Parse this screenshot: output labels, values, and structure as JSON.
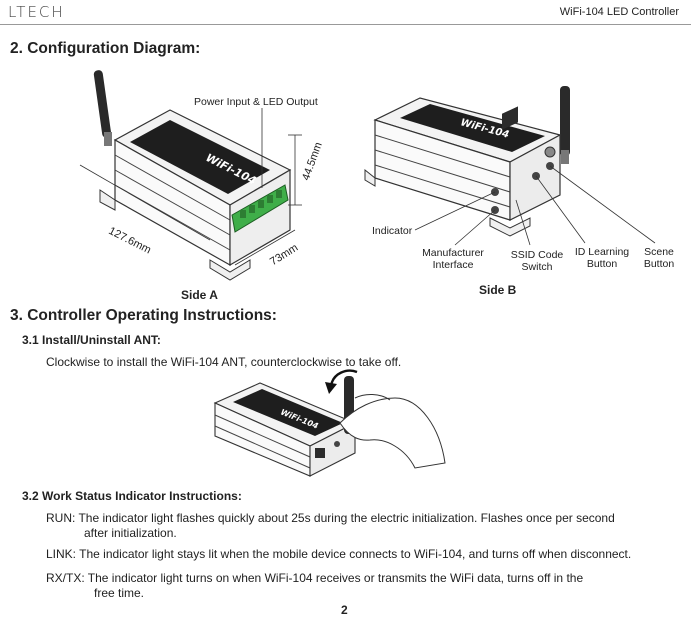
{
  "header": {
    "logo": "LTECH",
    "product": "WiFi-104 LED Controller"
  },
  "section2": {
    "title": "2.   Configuration Diagram:",
    "side_a": {
      "label": "Side A",
      "power_label": "Power Input & LED Output",
      "dim_length": "127.6mm",
      "dim_width": "73mm",
      "dim_height": "44.5mm"
    },
    "side_b": {
      "label": "Side B",
      "indicator": "Indicator",
      "manufacturer_interface": [
        "Manufacturer",
        "Interface"
      ],
      "ssid_switch": [
        "SSID Code",
        "Switch"
      ],
      "id_learning": [
        "ID Learning",
        "Button"
      ],
      "scene_button": [
        "Scene",
        "Button"
      ]
    }
  },
  "section3": {
    "title": "3.  Controller Operating Instructions:",
    "sub1": {
      "title": "3.1  Install/Uninstall ANT:",
      "text": "Clockwise to install the WiFi-104 ANT, counterclockwise to take off."
    },
    "sub2": {
      "title": "3.2  Work Status Indicator Instructions:",
      "run_key": "RUN:",
      "run_text1": "The indicator light flashes quickly about 25s during the electric initialization. Flashes once per second",
      "run_text2": "after initialization.",
      "link_key": "LINK:",
      "link_text": "The indicator light stays lit when the mobile device connects to WiFi-104, and turns off when disconnect.",
      "rxtx_key": "RX/TX:",
      "rxtx_text1": "The indicator light turns on when WiFi-104 receives or transmits the WiFi data, turns off in the",
      "rxtx_text2": "free time."
    }
  },
  "page_number": "2"
}
